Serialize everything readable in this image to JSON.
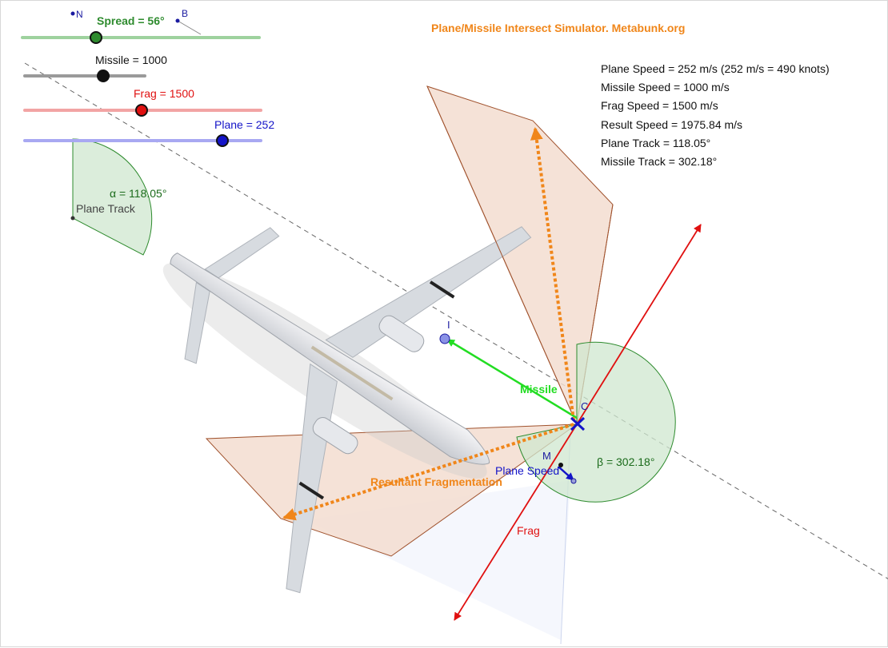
{
  "title": "Plane/Missile Intersect Simulator. Metabunk.org",
  "colors": {
    "title": "#f0861a",
    "spread": "#2e8b2e",
    "missile": "#111111",
    "frag": "#e01010",
    "plane": "#1414c8",
    "missile_vec": "#22dd22",
    "resultant": "#f0861a",
    "point": "#1a1aa0"
  },
  "sliders": {
    "spread": {
      "label": "Spread = 56°",
      "value": 56,
      "min": 0,
      "max": 360
    },
    "missile": {
      "label": "Missile = 1000",
      "value": 1000,
      "min": 0,
      "max": 2000
    },
    "frag": {
      "label": "Frag = 1500",
      "value": 1500,
      "min": 0,
      "max": 3000
    },
    "plane": {
      "label": "Plane = 252",
      "value": 252,
      "min": 0,
      "max": 300
    }
  },
  "points": {
    "n": "N",
    "b": "B",
    "c": "C",
    "i": "I",
    "m": "M"
  },
  "readouts": [
    "Plane Speed = 252 m/s (252 m/s = 490 knots)",
    "Missile Speed = 1000 m/s",
    "Frag Speed = 1500 m/s",
    "Result Speed = 1975.84 m/s",
    "Plane Track = 118.05°",
    "Missile Track = 302.18°"
  ],
  "angles": {
    "alpha": "α = 118.05°",
    "alpha_name": "Plane Track",
    "beta": "β = 302.18°"
  },
  "vector_labels": {
    "missile": "Missile",
    "plane_speed": "Plane Speed",
    "resultant": "Resultant Fragmentation",
    "frag": "Frag"
  },
  "icons": {
    "aircraft": "airplane-icon"
  }
}
